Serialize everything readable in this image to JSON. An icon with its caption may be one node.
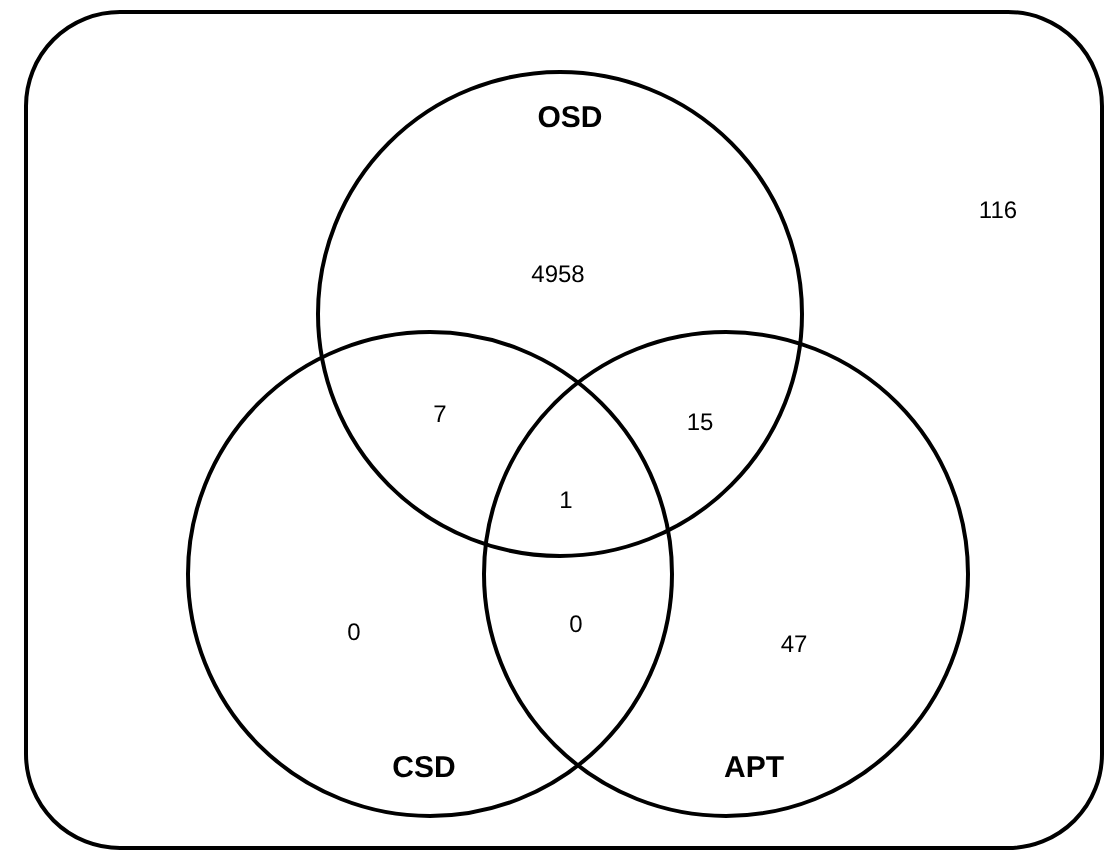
{
  "diagram": {
    "nodes": [
      {
        "text": [
          "116"
        ]
      },
      {
        "text": [
          "OSD",
          "4958"
        ],
        "in": 0
      },
      {
        "text": [
          "0",
          "CSD"
        ],
        "in": 0
      },
      {
        "text": [
          "47",
          "APT"
        ],
        "in": 0
      }
    ],
    "labels": [
      "7",
      "15",
      "1",
      "0"
    ]
  }
}
